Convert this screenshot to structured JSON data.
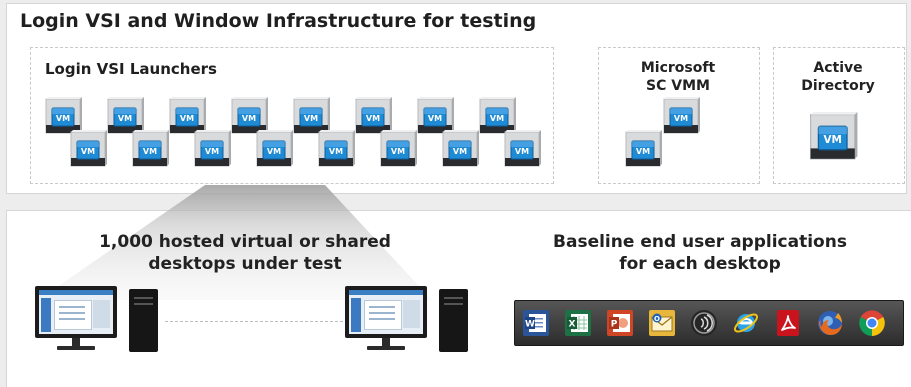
{
  "header": {
    "title": "Login VSI and Window Infrastructure for testing"
  },
  "launchers": {
    "label": "Login VSI Launchers"
  },
  "scvmm": {
    "label_line1": "Microsoft",
    "label_line2": "SC VMM"
  },
  "ad": {
    "label_line1": "Active",
    "label_line2": "Directory"
  },
  "vm_badge_text": "VM",
  "desktops": {
    "line1": "1,000 hosted virtual or shared",
    "line2": "desktops under test"
  },
  "apps": {
    "line1": "Baseline end user applications",
    "line2": "for each desktop",
    "icons": [
      "word-icon",
      "excel-icon",
      "powerpoint-icon",
      "outlook-icon",
      "media-player-icon",
      "internet-explorer-icon",
      "adobe-reader-icon",
      "firefox-icon",
      "chrome-icon"
    ]
  },
  "colors": {
    "vm_blue": "#1f8bd4",
    "panel_bg": "#ffffff",
    "page_bg": "#ededed"
  }
}
